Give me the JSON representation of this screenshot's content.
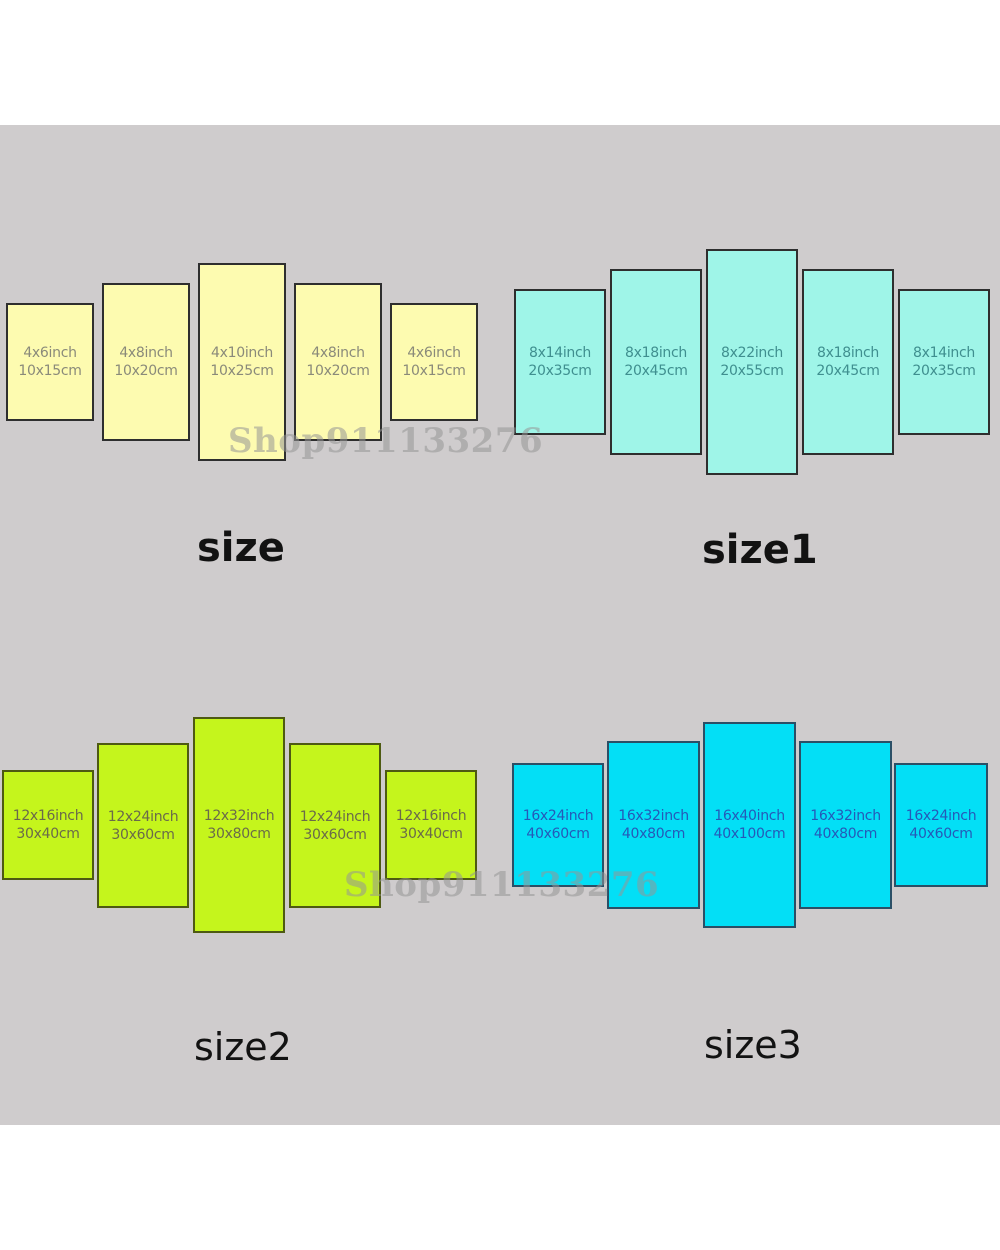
{
  "watermark": "Shop911133276",
  "groups": [
    {
      "caption": "size",
      "fill_color": "#fdfbb0",
      "panels": [
        {
          "inch": "4x6inch",
          "cm": "10x15cm"
        },
        {
          "inch": "4x8inch",
          "cm": "10x20cm"
        },
        {
          "inch": "4x10inch",
          "cm": "10x25cm"
        },
        {
          "inch": "4x8inch",
          "cm": "10x20cm"
        },
        {
          "inch": "4x6inch",
          "cm": "10x15cm"
        }
      ]
    },
    {
      "caption": "size1",
      "fill_color": "#9ff5e8",
      "panels": [
        {
          "inch": "8x14inch",
          "cm": "20x35cm"
        },
        {
          "inch": "8x18inch",
          "cm": "20x45cm"
        },
        {
          "inch": "8x22inch",
          "cm": "20x55cm"
        },
        {
          "inch": "8x18inch",
          "cm": "20x45cm"
        },
        {
          "inch": "8x14inch",
          "cm": "20x35cm"
        }
      ]
    },
    {
      "caption": "size2",
      "fill_color": "#c5f51c",
      "panels": [
        {
          "inch": "12x16inch",
          "cm": "30x40cm"
        },
        {
          "inch": "12x24inch",
          "cm": "30x60cm"
        },
        {
          "inch": "12x32inch",
          "cm": "30x80cm"
        },
        {
          "inch": "12x24inch",
          "cm": "30x60cm"
        },
        {
          "inch": "12x16inch",
          "cm": "30x40cm"
        }
      ]
    },
    {
      "caption": "size3",
      "fill_color": "#03dff6",
      "panels": [
        {
          "inch": "16x24inch",
          "cm": "40x60cm"
        },
        {
          "inch": "16x32inch",
          "cm": "40x80cm"
        },
        {
          "inch": "16x40inch",
          "cm": "40x100cm"
        },
        {
          "inch": "16x32inch",
          "cm": "40x80cm"
        },
        {
          "inch": "16x24inch",
          "cm": "40x60cm"
        }
      ]
    }
  ]
}
